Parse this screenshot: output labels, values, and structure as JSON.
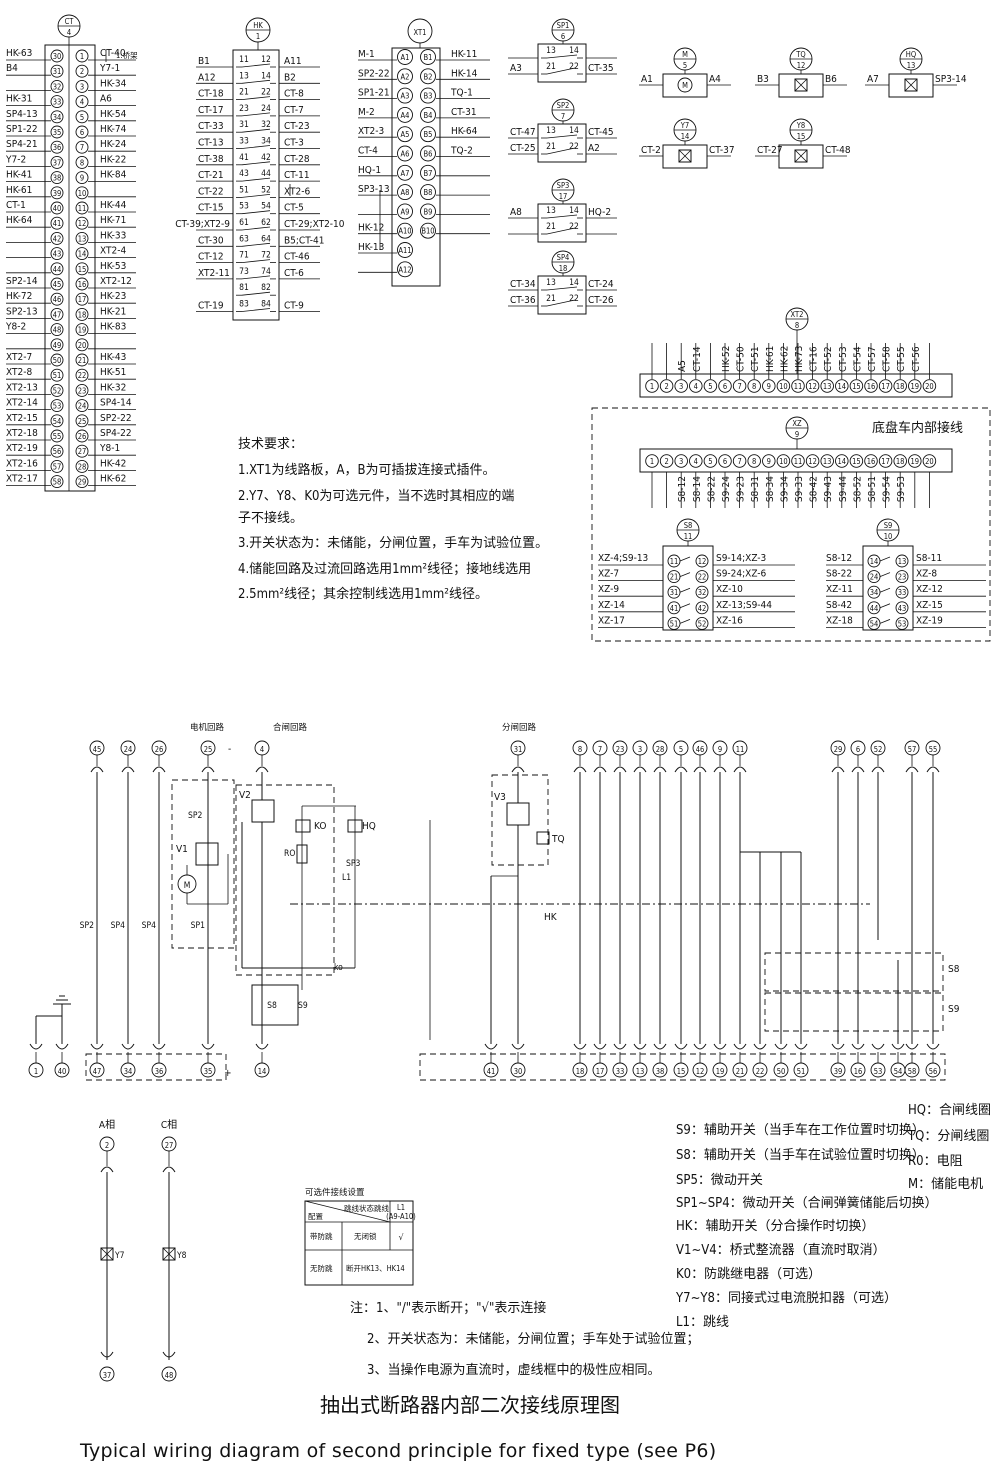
{
  "caption": "Typical wiring diagram of second principle for fixed type (see P6)",
  "main_title": "抽出式断路器内部二次接线原理图",
  "ct_block": {
    "name": "CT",
    "num": "4",
    "note": "1:桥架",
    "left_labels": [
      "HK-63",
      "B4",
      "",
      "HK-31",
      "SP4-13",
      "SP1-22",
      "SP4-21",
      "Y7-2",
      "HK-41",
      "HK-61",
      "CT-1",
      "HK-64",
      "",
      "",
      "",
      "SP2-14",
      "HK-72",
      "SP2-13",
      "Y8-2",
      "",
      "XT2-7",
      "XT2-8",
      "XT2-13",
      "XT2-14",
      "XT2-15",
      "XT2-18",
      "XT2-19",
      "XT2-16",
      "XT2-17"
    ],
    "right_labels": [
      "CT-40",
      "Y7-1",
      "HK-34",
      "A6",
      "HK-54",
      "HK-74",
      "HK-24",
      "HK-22",
      "HK-84",
      "",
      "HK-44",
      "HK-71",
      "HK-33",
      "XT2-4",
      "HK-53",
      "XT2-12",
      "HK-23",
      "HK-21",
      "HK-83",
      "",
      "HK-43",
      "HK-51",
      "HK-32",
      "SP4-14",
      "SP2-22",
      "SP4-22",
      "Y8-1",
      "HK-42",
      "HK-62"
    ],
    "left_nums": [
      "30",
      "31",
      "32",
      "33",
      "34",
      "35",
      "36",
      "37",
      "38",
      "39",
      "40",
      "41",
      "42",
      "43",
      "44",
      "45",
      "46",
      "47",
      "48",
      "49",
      "50",
      "51",
      "52",
      "53",
      "54",
      "55",
      "56",
      "57",
      "58"
    ],
    "right_nums": [
      "1",
      "2",
      "3",
      "4",
      "5",
      "6",
      "7",
      "8",
      "9",
      "10",
      "11",
      "12",
      "13",
      "14",
      "15",
      "16",
      "17",
      "18",
      "19",
      "20",
      "21",
      "22",
      "23",
      "24",
      "25",
      "26",
      "27",
      "28",
      "29"
    ]
  },
  "hk_block": {
    "name": "HK",
    "num": "1",
    "rows": [
      {
        "l": "B1",
        "a": "11",
        "b": "12",
        "r": "A11"
      },
      {
        "l": "A12",
        "a": "13",
        "b": "14",
        "r": "B2"
      },
      {
        "l": "CT-18",
        "a": "21",
        "b": "22",
        "r": "CT-8"
      },
      {
        "l": "CT-17",
        "a": "23",
        "b": "24",
        "r": "CT-7"
      },
      {
        "l": "CT-33",
        "a": "31",
        "b": "32",
        "r": "CT-23"
      },
      {
        "l": "CT-13",
        "a": "33",
        "b": "34",
        "r": "CT-3"
      },
      {
        "l": "CT-38",
        "a": "41",
        "b": "42",
        "r": "CT-28"
      },
      {
        "l": "CT-21",
        "a": "43",
        "b": "44",
        "r": "CT-11"
      },
      {
        "l": "CT-22",
        "a": "51",
        "b": "52",
        "r": "XT2-6"
      },
      {
        "l": "CT-15",
        "a": "53",
        "b": "54",
        "r": "CT-5"
      },
      {
        "l": "CT-39;XT2-9",
        "a": "61",
        "b": "62",
        "r": "CT-29;XT2-10"
      },
      {
        "l": "CT-30",
        "a": "63",
        "b": "64",
        "r": "B5;CT-41"
      },
      {
        "l": "CT-12",
        "a": "71",
        "b": "72",
        "r": "CT-46"
      },
      {
        "l": "XT2-11",
        "a": "73",
        "b": "74",
        "r": "CT-6"
      },
      {
        "l": "",
        "a": "81",
        "b": "82",
        "r": ""
      },
      {
        "l": "CT-19",
        "a": "83",
        "b": "84",
        "r": "CT-9"
      }
    ]
  },
  "xt1_block": {
    "name": "XT1",
    "rows": [
      {
        "l": "M-1",
        "a": "A1",
        "b": "B1",
        "r": "HK-11"
      },
      {
        "l": "SP2-22",
        "a": "A2",
        "b": "B2",
        "r": "HK-14"
      },
      {
        "l": "SP1-21",
        "a": "A3",
        "b": "B3",
        "r": "TQ-1"
      },
      {
        "l": "M-2",
        "a": "A4",
        "b": "B4",
        "r": "CT-31"
      },
      {
        "l": "XT2-3",
        "a": "A5",
        "b": "B5",
        "r": "HK-64"
      },
      {
        "l": "CT-4",
        "a": "A6",
        "b": "B6",
        "r": "TQ-2"
      },
      {
        "l": "HQ-1",
        "a": "A7",
        "b": "B7",
        "r": ""
      },
      {
        "l": "SP3-13",
        "a": "A8",
        "b": "B8",
        "r": ""
      },
      {
        "l": "",
        "a": "A9",
        "b": "B9",
        "r": ""
      },
      {
        "l": "HK-12",
        "a": "A10",
        "b": "B10",
        "r": ""
      },
      {
        "l": "HK-13",
        "a": "A11",
        "b": "",
        "r": ""
      },
      {
        "l": "",
        "a": "A12",
        "b": "",
        "r": ""
      }
    ]
  },
  "sp_blocks": [
    {
      "name": "SP1",
      "num": "6",
      "rows": [
        {
          "l": "",
          "a": "13",
          "b": "14",
          "r": ""
        },
        {
          "l": "A3",
          "a": "21",
          "b": "22",
          "r": "CT-35"
        }
      ]
    },
    {
      "name": "SP2",
      "num": "7",
      "rows": [
        {
          "l": "CT-47",
          "a": "13",
          "b": "14",
          "r": "CT-45"
        },
        {
          "l": "CT-25",
          "a": "21",
          "b": "22",
          "r": "A2"
        }
      ]
    },
    {
      "name": "SP3",
      "num": "17",
      "rows": [
        {
          "l": "A8",
          "a": "13",
          "b": "14",
          "r": "HQ-2"
        },
        {
          "l": "",
          "a": "21",
          "b": "22",
          "r": ""
        }
      ]
    },
    {
      "name": "SP4",
      "num": "18",
      "rows": [
        {
          "l": "CT-34",
          "a": "13",
          "b": "14",
          "r": "CT-24"
        },
        {
          "l": "CT-36",
          "a": "21",
          "b": "22",
          "r": "CT-26"
        }
      ]
    }
  ],
  "small_devices": [
    {
      "name": "M",
      "num": "5",
      "l": "A1",
      "r": "A4"
    },
    {
      "name": "TQ",
      "num": "12",
      "l": "B3",
      "r": "B6"
    },
    {
      "name": "HQ",
      "num": "13",
      "l": "A7",
      "r": "SP3-14"
    },
    {
      "name": "Y7",
      "num": "14",
      "l": "CT-2",
      "r": "CT-37"
    },
    {
      "name": "Y8",
      "num": "15",
      "l": "CT-27",
      "r": "CT-48"
    }
  ],
  "xt2_block": {
    "name": "XT2",
    "num": "8",
    "terminals": [
      "1",
      "2",
      "3",
      "4",
      "5",
      "6",
      "7",
      "8",
      "9",
      "10",
      "11",
      "12",
      "13",
      "14",
      "15",
      "16",
      "17",
      "18",
      "19",
      "20"
    ],
    "top_labels": [
      "",
      "",
      "A5",
      "CT-14",
      "",
      "HK-52",
      "CT-50",
      "CT-51",
      "HK-61",
      "HK-62",
      "HK-73",
      "CT-16",
      "CT-52",
      "CT-53",
      "CT-54",
      "CT-57",
      "CT-58",
      "CT-55",
      "CT-56",
      ""
    ]
  },
  "chassis_title": "底盘车内部接线",
  "xz_block": {
    "name": "XZ",
    "num": "9",
    "terminals": [
      "1",
      "2",
      "3",
      "4",
      "5",
      "6",
      "7",
      "8",
      "9",
      "10",
      "11",
      "12",
      "13",
      "14",
      "15",
      "16",
      "17",
      "18",
      "19",
      "20"
    ],
    "bottom_labels": [
      "",
      "",
      "S8-12",
      "S8-14",
      "S8-22",
      "S9-24",
      "S9-23",
      "S8-31",
      "S8-34",
      "S9-34",
      "S9-33",
      "S8-42",
      "S9-43",
      "S9-44",
      "S8-52",
      "S8-51",
      "S9-54",
      "S9-53",
      "",
      ""
    ]
  },
  "s8_block": {
    "name": "S8",
    "num": "11",
    "left_labels": [
      "XZ-4;S9-13",
      "XZ-7",
      "XZ-9",
      "XZ-14",
      "XZ-17"
    ],
    "left_nums": [
      "11",
      "21",
      "31",
      "41",
      "51"
    ],
    "right_nums": [
      "12",
      "22",
      "32",
      "42",
      "52"
    ],
    "right_labels": [
      "S9-14;XZ-3",
      "S9-24;XZ-6",
      "XZ-10",
      "XZ-13;S9-44",
      "XZ-16"
    ]
  },
  "s9_block": {
    "name": "S9",
    "num": "10",
    "left_labels": [
      "S8-12",
      "S8-22",
      "XZ-11",
      "S8-42",
      "XZ-18"
    ],
    "left_nums": [
      "14",
      "24",
      "34",
      "44",
      "54"
    ],
    "right_nums": [
      "13",
      "23",
      "33",
      "43",
      "53"
    ],
    "right_labels": [
      "S8-11",
      "XZ-8",
      "XZ-12",
      "XZ-15",
      "XZ-19"
    ]
  },
  "tech_req": {
    "heading": "技术要求：",
    "lines": [
      "1.XT1为线路板，A，B为可插拔连接式插件。",
      "2.Y7、Y8、K0为可选元件，当不选时其相应的端",
      "子不接线。",
      "3.开关状态为：未储能，分闸位置，手车为试验位置。",
      "4.储能回路及过流回路选用1mm²线径；接地线选用",
      "2.5mm²线径；其余控制线选用1mm²线径。"
    ]
  },
  "circuit": {
    "motor_loop": "电机回路",
    "close_loop": "合闸回路",
    "trip_loop": "分闸回路",
    "top_terminals": [
      "45",
      "24",
      "26",
      "25",
      "4",
      "31",
      "8",
      "7",
      "23",
      "3",
      "28",
      "5",
      "46",
      "9",
      "11",
      "29",
      "6",
      "52",
      "57",
      "55"
    ],
    "bottom_terminals": [
      "1",
      "40",
      "47",
      "34",
      "36",
      "35",
      "14",
      "41",
      "30",
      "18",
      "17",
      "33",
      "13",
      "38",
      "15",
      "12",
      "19",
      "21",
      "22",
      "50",
      "51",
      "39",
      "16",
      "53",
      "54",
      "58",
      "56"
    ],
    "labels": {
      "v1": "V1",
      "v2": "V2",
      "v3": "V3",
      "ko": "KO",
      "ro": "RO",
      "hq": "HQ",
      "tq": "TQ",
      "l1": "L1",
      "hk": "HK",
      "s8": "S8",
      "s9": "S9",
      "m": "M",
      "minus": "-",
      "plus": "+",
      "sp1": "SP1",
      "sp2": "SP2",
      "sp3": "SP3",
      "sp4": "SP4",
      "ko_sw": "ko"
    },
    "phase_a": "A相",
    "phase_c": "C相",
    "phase_a_top": "2",
    "phase_c_top": "27",
    "phase_a_bot": "37",
    "phase_c_bot": "48",
    "y7": "Y7",
    "y8": "Y8"
  },
  "option_table": {
    "title": "可选件接线设置",
    "hdr_state": "跳线状态",
    "hdr_jump": "跳线",
    "hdr_config": "配置",
    "hdr_l1": "L1",
    "hdr_l1b": "(A9-A10)",
    "r1a": "带防跳",
    "r1b": "无闭锁",
    "r1c": "√",
    "r2a": "无防跳",
    "r2b": "断开HK13、HK14"
  },
  "notes": {
    "n1": "注：1、\"/\"表示断开；\"√\"表示连接",
    "n2": "2、开关状态为：未储能，分闸位置；手车处于试验位置；",
    "n3": "3、当操作电源为直流时，虚线框中的极性应相同。"
  },
  "legend": {
    "left": [
      "S9：辅助开关（当手车在工作位置时切换）",
      "S8：辅助开关（当手车在试验位置时切换）",
      "SP5：微动开关",
      "SP1~SP4：微动开关（合闸弹簧储能后切换）",
      "HK：辅助开关（分合操作时切换）",
      "V1~V4：桥式整流器（直流时取消）",
      "K0：防跳继电器（可选）",
      "Y7~Y8：同接式过电流脱扣器（可选）",
      "L1：跳线"
    ],
    "right": [
      "HQ：合闸线圈",
      "TQ：分闸线圈",
      "R0：电阻",
      "M：储能电机"
    ]
  }
}
